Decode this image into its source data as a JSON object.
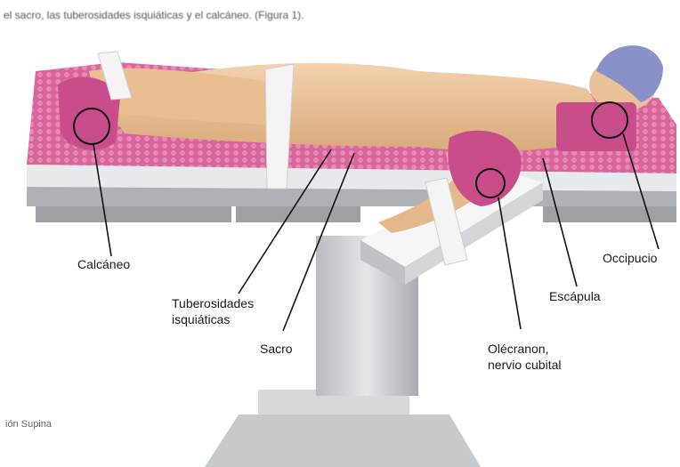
{
  "captions": {
    "top": "el sacro, las tuberosidades isquiáticas y el calcáneo. (Figura 1).",
    "bottom": "ión Supina"
  },
  "labels": {
    "calcaneo": "Calcáneo",
    "tuberosidades_line1": "Tuberosidades",
    "tuberosidades_line2": "isquiáticas",
    "sacro": "Sacro",
    "olecranon_line1": "Olécranon,",
    "olecranon_line2": "nervio cubital",
    "escapula": "Escápula",
    "occipucio": "Occipucio"
  },
  "colors": {
    "mattress_pink": "#d9669b",
    "pad_pink": "#c94d8b",
    "skin": "#ecc49a",
    "table_grey": "#c9ccd0",
    "cap_blue": "#8a90c8",
    "strap_white": "#f4f4f4"
  }
}
